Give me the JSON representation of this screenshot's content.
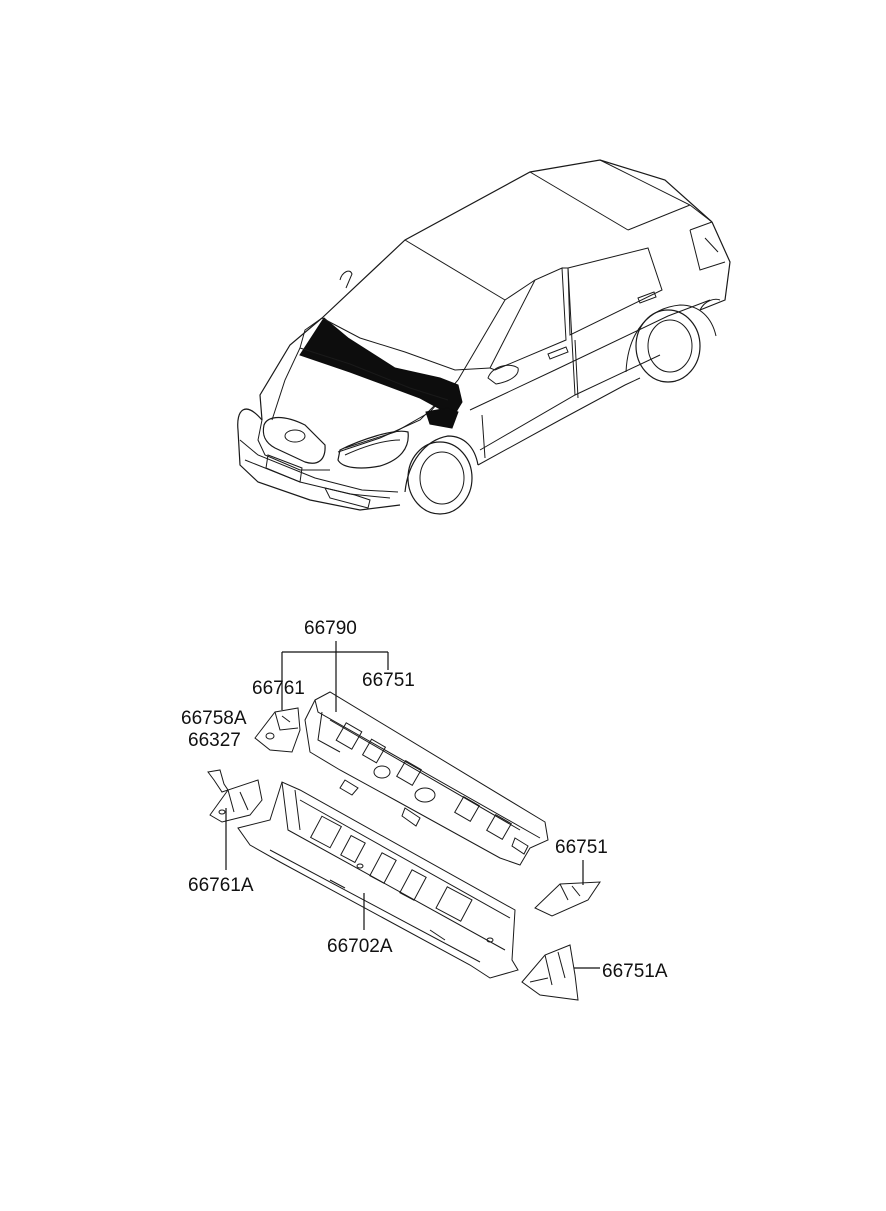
{
  "colors": {
    "line": "#1a1a1a",
    "highlight": "#0d0d0d",
    "background": "#ffffff"
  },
  "callouts": {
    "assembly": "66790",
    "bracket_upper_left": "66761",
    "bracket_upper_right": "66751",
    "bracket_right": "66751",
    "bracket_left_outer": "66758A",
    "clip": "66327",
    "bracket_lower_left": "66761A",
    "lower_panel": "66702A",
    "bracket_lower_right": "66751A"
  }
}
